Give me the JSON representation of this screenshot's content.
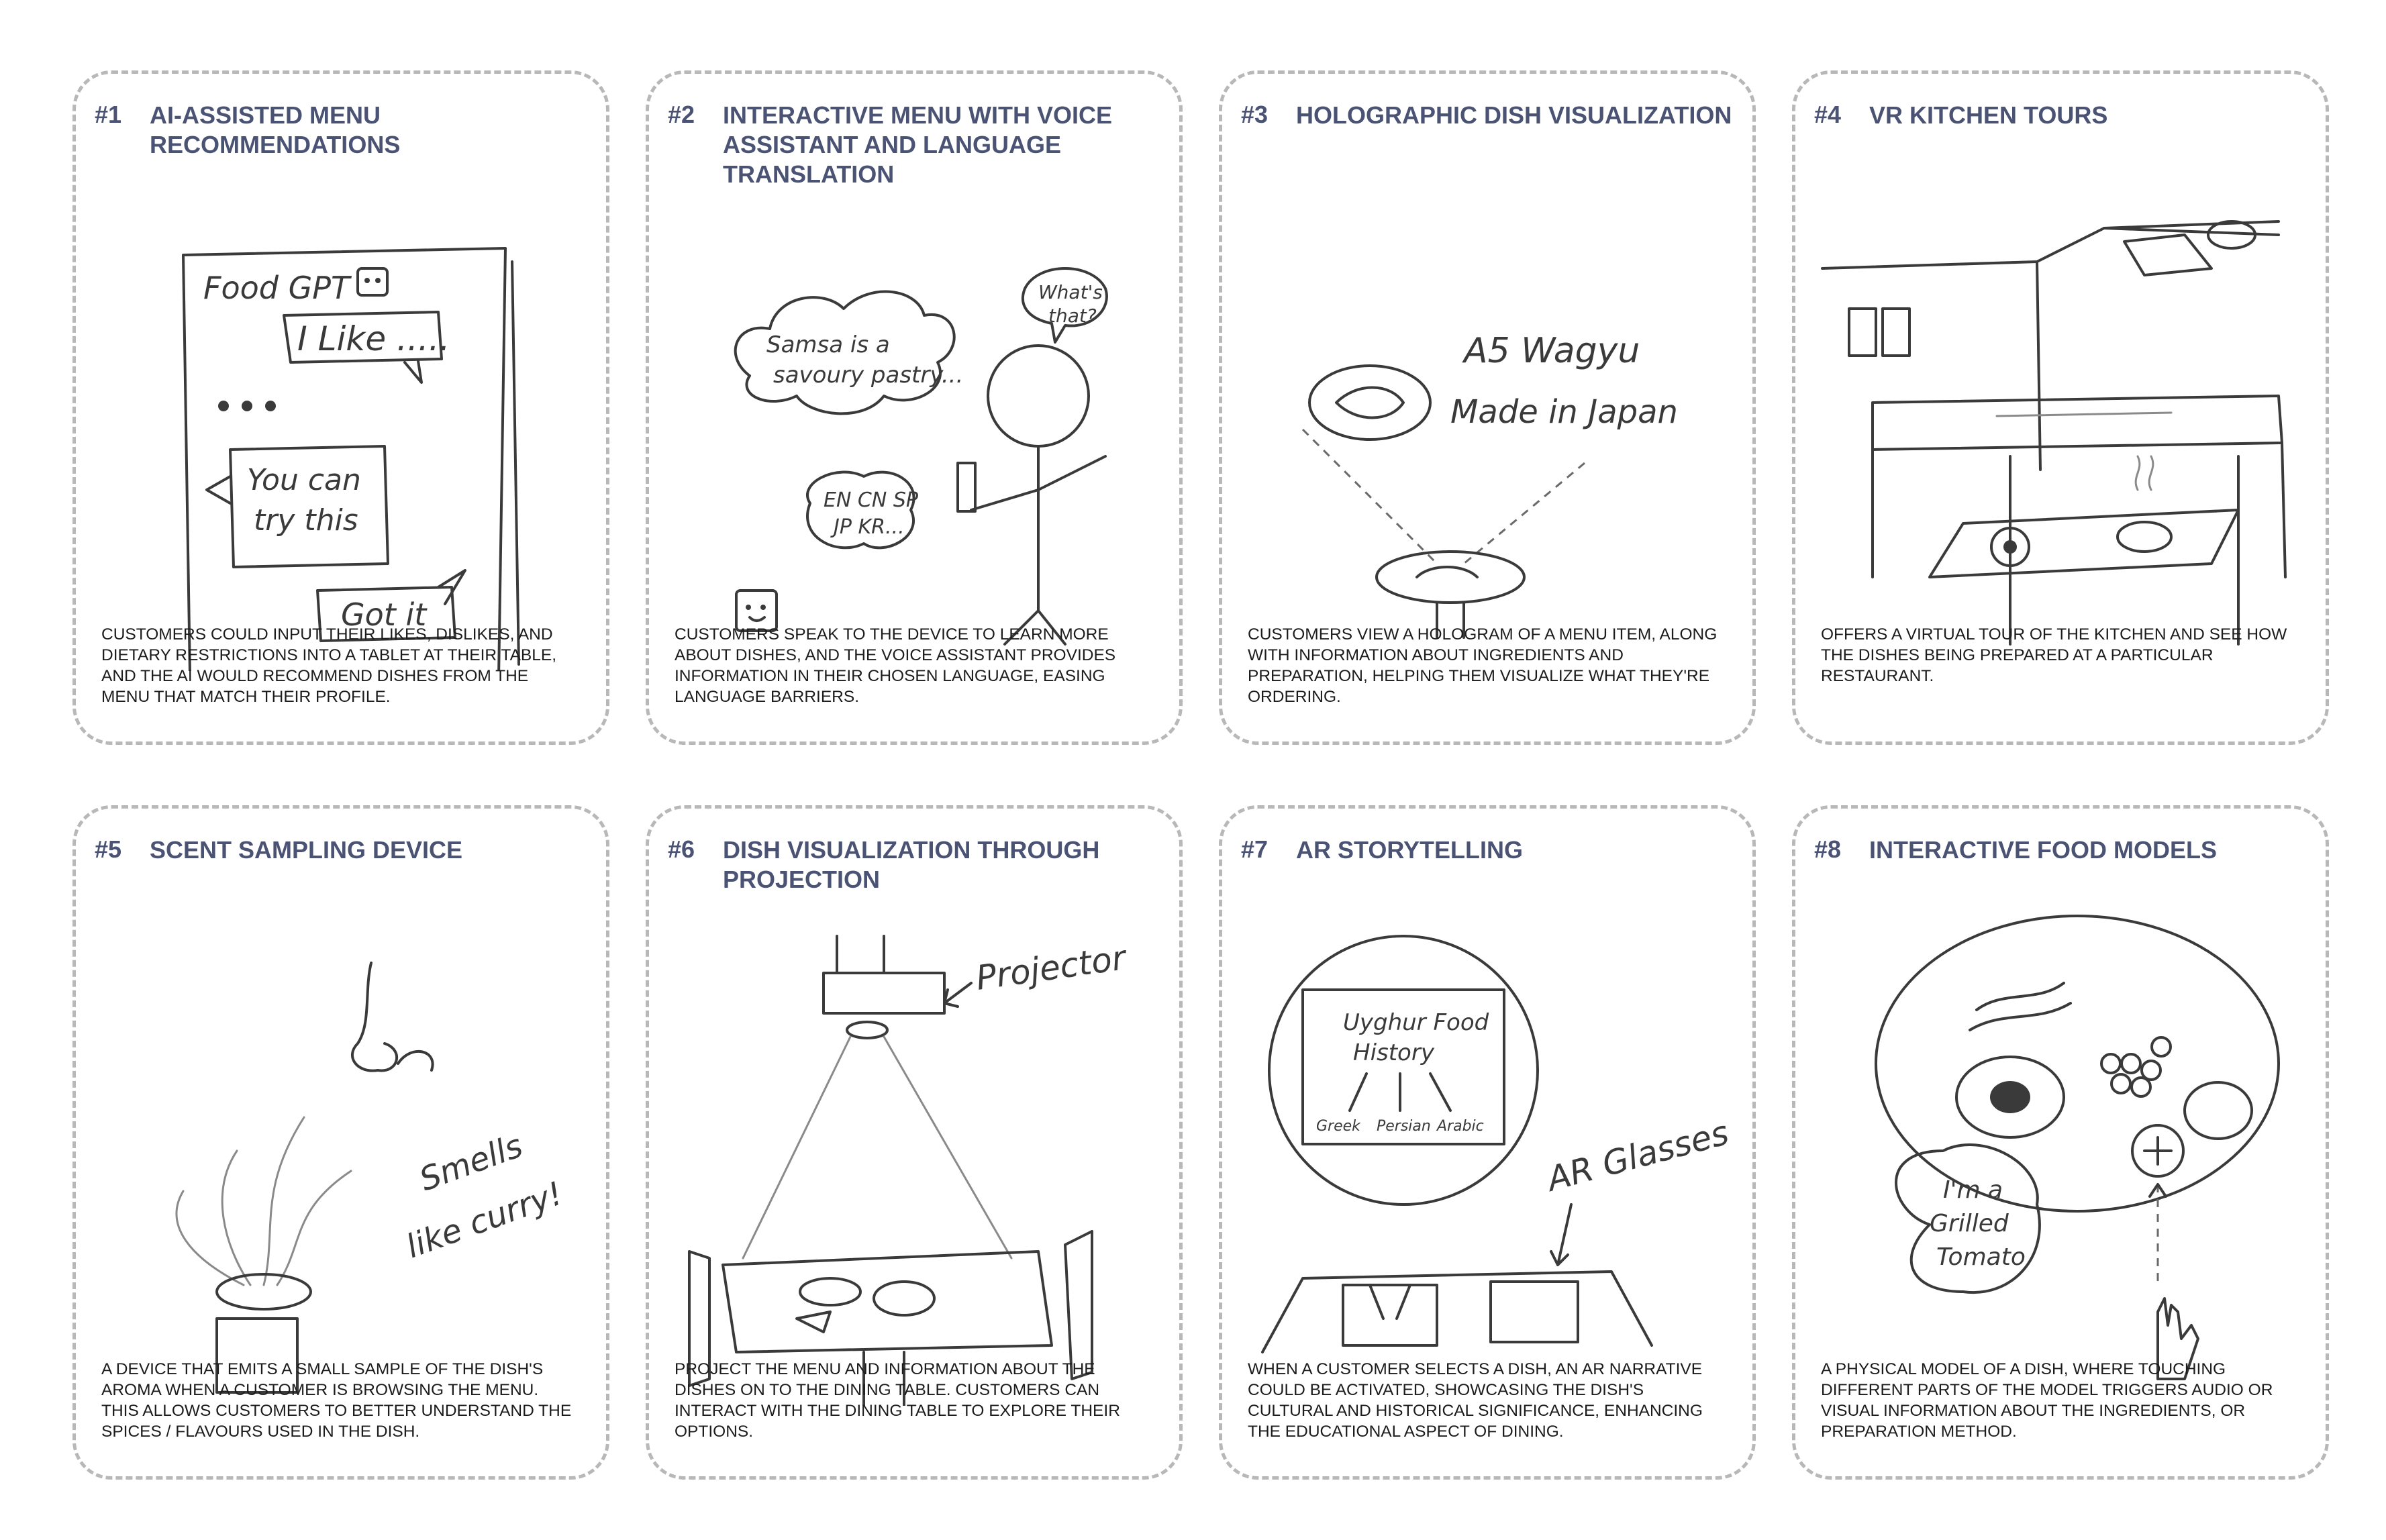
{
  "cards": [
    {
      "number": "#1",
      "title": "AI-ASSISTED MENU RECOMMENDATIONS",
      "description": "CUSTOMERS COULD INPUT THEIR LIKES, DISLIKES, AND DIETARY RESTRICTIONS INTO A TABLET AT THEIR TABLE, AND THE AI WOULD RECOMMEND DISHES FROM THE MENU THAT MATCH THEIR PROFILE.",
      "sketch_text": [
        "Food GPT",
        "I Like .....",
        "You can",
        "try this",
        "Got it"
      ]
    },
    {
      "number": "#2",
      "title": "INTERACTIVE MENU WITH VOICE ASSISTANT AND LANGUAGE TRANSLATION",
      "description": "CUSTOMERS SPEAK TO THE DEVICE TO LEARN MORE ABOUT DISHES, AND THE VOICE ASSISTANT PROVIDES INFORMATION IN THEIR CHOSEN LANGUAGE, EASING LANGUAGE BARRIERS.",
      "sketch_text": [
        "Samsa is a",
        "savoury pastry...",
        "What's",
        "that?",
        "EN CN SP",
        "JP KR..."
      ]
    },
    {
      "number": "#3",
      "title": "HOLOGRAPHIC DISH VISUALIZATION",
      "description": "CUSTOMERS VIEW A HOLOGRAM OF A MENU ITEM, ALONG WITH INFORMATION ABOUT INGREDIENTS AND PREPARATION, HELPING THEM VISUALIZE WHAT THEY'RE ORDERING.",
      "sketch_text": [
        "A5 Wagyu",
        "Made in Japan"
      ]
    },
    {
      "number": "#4",
      "title": "VR KITCHEN TOURS",
      "description": "OFFERS A VIRTUAL TOUR OF THE KITCHEN AND SEE HOW THE DISHES BEING PREPARED AT A PARTICULAR RESTAURANT.",
      "sketch_text": []
    },
    {
      "number": "#5",
      "title": "SCENT SAMPLING DEVICE",
      "description": "A DEVICE THAT EMITS A SMALL SAMPLE OF THE DISH'S AROMA WHEN A CUSTOMER IS BROWSING THE MENU. THIS ALLOWS CUSTOMERS TO BETTER UNDERSTAND THE SPICES / FLAVOURS USED IN THE DISH.",
      "sketch_text": [
        "Smells",
        "like curry!"
      ]
    },
    {
      "number": "#6",
      "title": "DISH VISUALIZATION THROUGH PROJECTION",
      "description": "PROJECT THE MENU AND INFORMATION ABOUT THE DISHES ON TO THE DINING TABLE. CUSTOMERS CAN INTERACT WITH THE DINING TABLE TO EXPLORE THEIR OPTIONS.",
      "sketch_text": [
        "Projector"
      ]
    },
    {
      "number": "#7",
      "title": "AR STORYTELLING",
      "description": "WHEN A CUSTOMER SELECTS A DISH, AN AR NARRATIVE COULD BE ACTIVATED, SHOWCASING THE DISH'S CULTURAL AND HISTORICAL SIGNIFICANCE, ENHANCING THE EDUCATIONAL ASPECT OF DINING.",
      "sketch_text": [
        "Uyghur Food",
        "History",
        "Greek",
        "Persian",
        "Arabic",
        "AR Glasses"
      ]
    },
    {
      "number": "#8",
      "title": "INTERACTIVE FOOD MODELS",
      "description": "A PHYSICAL MODEL OF A DISH, WHERE TOUCHING DIFFERENT PARTS OF THE MODEL TRIGGERS AUDIO OR VISUAL INFORMATION ABOUT THE INGREDIENTS, OR PREPARATION METHOD.",
      "sketch_text": [
        "I'm a",
        "Grilled",
        "Tomato"
      ]
    }
  ]
}
